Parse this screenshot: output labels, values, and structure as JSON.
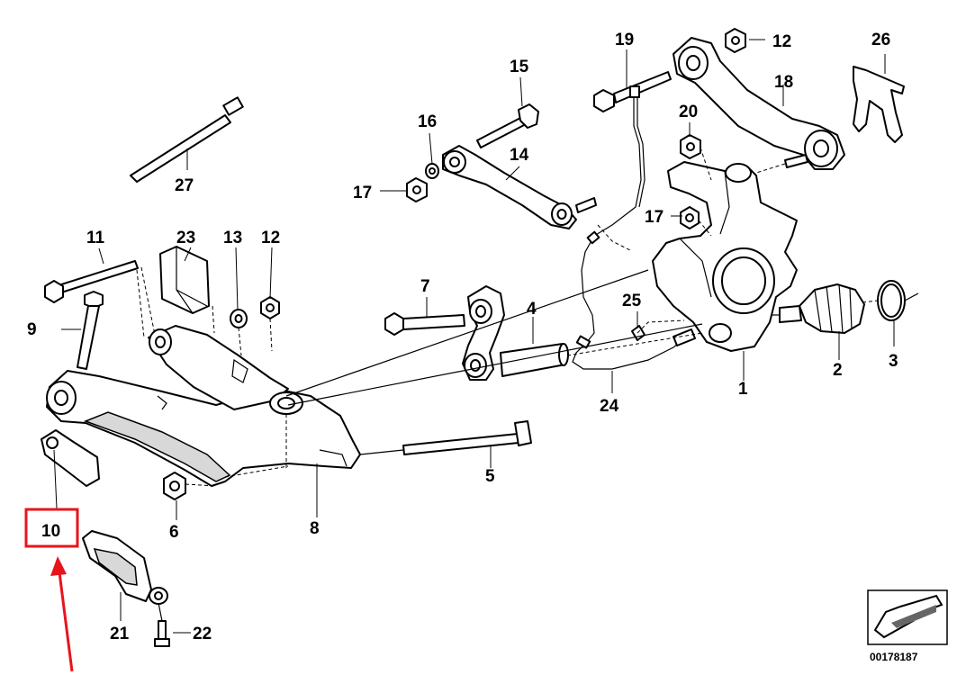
{
  "callouts": {
    "c1": "1",
    "c2": "2",
    "c3": "3",
    "c4": "4",
    "c5": "5",
    "c6": "6",
    "c7": "7",
    "c8": "8",
    "c9": "9",
    "c10": "10",
    "c11": "11",
    "c12a": "12",
    "c12b": "12",
    "c13": "13",
    "c14": "14",
    "c15": "15",
    "c16": "16",
    "c17a": "17",
    "c17b": "17",
    "c18": "18",
    "c19": "19",
    "c20": "20",
    "c21": "21",
    "c22": "22",
    "c23": "23",
    "c24": "24",
    "c25": "25",
    "c26": "26",
    "c27": "27"
  },
  "part_number": "00178187",
  "highlight": {
    "color": "#e8141b",
    "target_callout": "10"
  },
  "icons": {
    "logo": "arrow-logo-icon",
    "pointer": "red-arrow-icon"
  }
}
